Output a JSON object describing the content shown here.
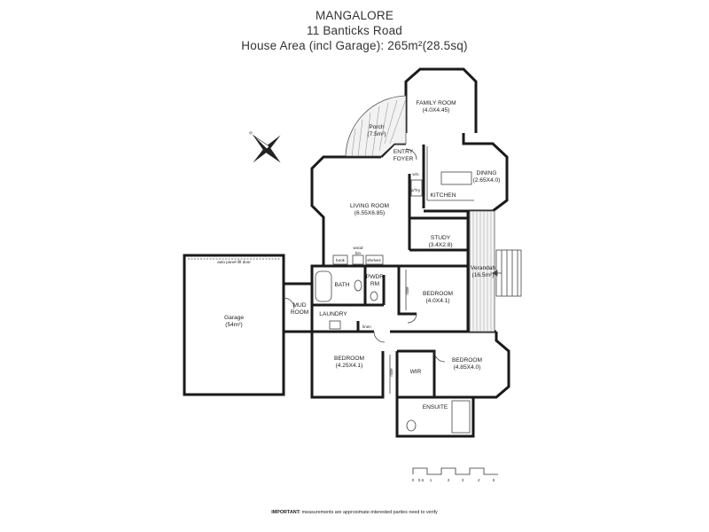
{
  "header": {
    "suburb": "MANGALORE",
    "address": "11 Banticks Road",
    "area": "House Area (incl Garage): 265m²(28.5sq)"
  },
  "rooms": {
    "family_room": {
      "name": "FAMILY ROOM",
      "size": "(4.0X4.45)"
    },
    "porch": {
      "name": "Porch",
      "size": "(7.5m²)"
    },
    "entry": {
      "line1": "ENTRY",
      "line2": "FOYER"
    },
    "dining": {
      "name": "DINING",
      "size": "(2.65X4.0)"
    },
    "kitchen": {
      "name": "KITCHEN"
    },
    "pantry": {
      "name": "p/Try"
    },
    "wo": {
      "name": "w/o"
    },
    "living_room": {
      "name": "LIVING ROOM",
      "size": "(6.55X6.85)"
    },
    "study": {
      "name": "STUDY",
      "size": "(3.4X2.8)"
    },
    "verandah": {
      "name": "Verandah",
      "size": "(16.5m²)"
    },
    "wood_bin": {
      "line1": "wood",
      "line2": "bin"
    },
    "book": {
      "name": "book"
    },
    "shelves": {
      "name": "shelves"
    },
    "bath": {
      "name": "BATH"
    },
    "pwdr": {
      "line1": "PWDR",
      "line2": "RM"
    },
    "bedroom_1": {
      "name": "BEDROOM",
      "size": "(4.0X4.1)"
    },
    "robe_1": {
      "name": "robe"
    },
    "mud_room": {
      "line1": "MUD",
      "line2": "ROOM"
    },
    "laundry": {
      "name": "LAUNDRY"
    },
    "linen": {
      "name": "linen"
    },
    "garage": {
      "name": "Garage",
      "size": "(54m²)"
    },
    "garage_door": {
      "name": "auto panel lift door"
    },
    "bedroom_2": {
      "name": "BEDROOM",
      "size": "(4.25X4.1)"
    },
    "robe_2": {
      "name": "robe"
    },
    "wir": {
      "name": "WIR"
    },
    "bedroom_3": {
      "name": "BEDROOM",
      "size": "(4.85X4.0)"
    },
    "ensuite": {
      "name": "ENSUITE"
    }
  },
  "scale_bar": {
    "labels": [
      "0",
      "0.5",
      "1",
      "2",
      "3",
      "4",
      "5"
    ]
  },
  "footer": {
    "important_label": "IMPORTANT:",
    "important_text": " measurements are approximate-interested parties need to verify"
  },
  "colors": {
    "wall": "#1a1a1a",
    "paper": "#ffffff",
    "text": "#333333"
  },
  "icons": {
    "compass": "north-arrow-icon"
  }
}
